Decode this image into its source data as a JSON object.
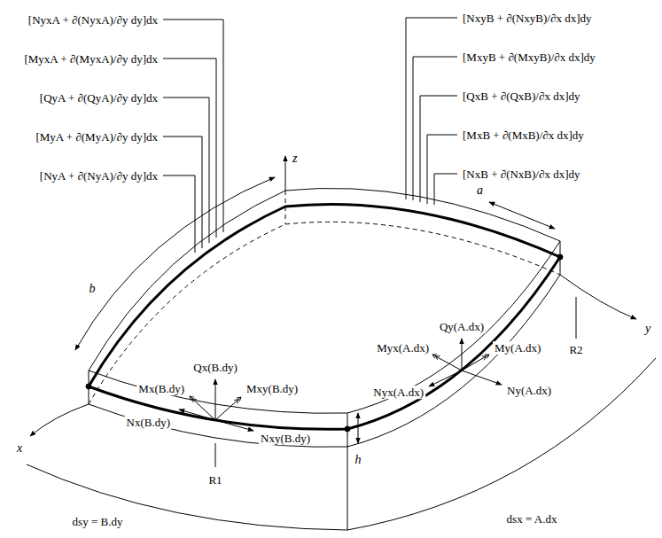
{
  "diagram": {
    "labels": [
      "[NyxA + ∂(NyxA)/∂y dy]dx",
      "[MyxA + ∂(MyxA)/∂y dy]dx",
      "[QyA + ∂(QyA)/∂y dy]dx",
      "[MyA + ∂(MyA)/∂y dy]dx",
      "[NyA + ∂(NyA)/∂y dy]dx",
      "[NxyB + ∂(NxyB)/∂x dx]dy",
      "[MxyB + ∂(MxyB)/∂x dx]dy",
      "[QxB + ∂(QxB)/∂x dx]dy",
      "[MxB + ∂(MxB)/∂x dx]dy",
      "[NxB + ∂(NxB)/∂x dx]dy",
      "z",
      "a",
      "b",
      "Qx(B.dy)",
      "Mx(B.dy)",
      "Mxy(B.dy)",
      "Nxy(B.dy)",
      "Nx(B.dy)",
      "Qy(A.dx)",
      "Myx(A.dx)",
      "My(A.dx)",
      "Nyx(A.dx)",
      "Ny(A.dx)",
      "x",
      "y",
      "R1",
      "R2",
      "h",
      "dsy = B.dy",
      "dsx = A.dx"
    ]
  }
}
